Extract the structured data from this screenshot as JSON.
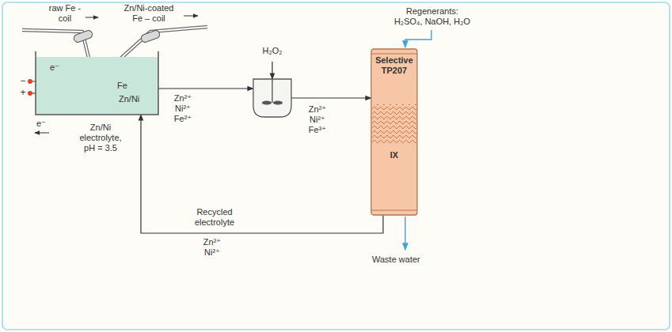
{
  "diagram": {
    "nodes": [
      {
        "text": [
          "Zn/Ni electrolyte, pH = 3.5"
        ]
      },
      {
        "text": [
          "H₂O₂"
        ]
      },
      {
        "text": [
          "Selective TP207",
          "IX"
        ]
      }
    ],
    "edges": [
      {
        "from": 0,
        "to": 1,
        "arrow": "to",
        "label": "Zn²⁺ Ni²⁺ Fe²⁺"
      },
      {
        "from": 1,
        "to": 2,
        "arrow": "to",
        "label": "Zn²⁺ Ni²⁺ Fe³⁺"
      },
      {
        "from": 2,
        "to": 0,
        "arrow": "to",
        "label": "Recycled electrolyte"
      }
    ],
    "labels": [
      "raw Fe - coil",
      "Zn/Ni-coated Fe – coil",
      "−",
      "+",
      "e⁻",
      "e⁻",
      "Fe",
      "Zn/Ni",
      "Regenerants: H₂SO₄, NaOH, H₂O",
      "Waste water",
      "Zn²⁺ Ni²⁺"
    ]
  }
}
